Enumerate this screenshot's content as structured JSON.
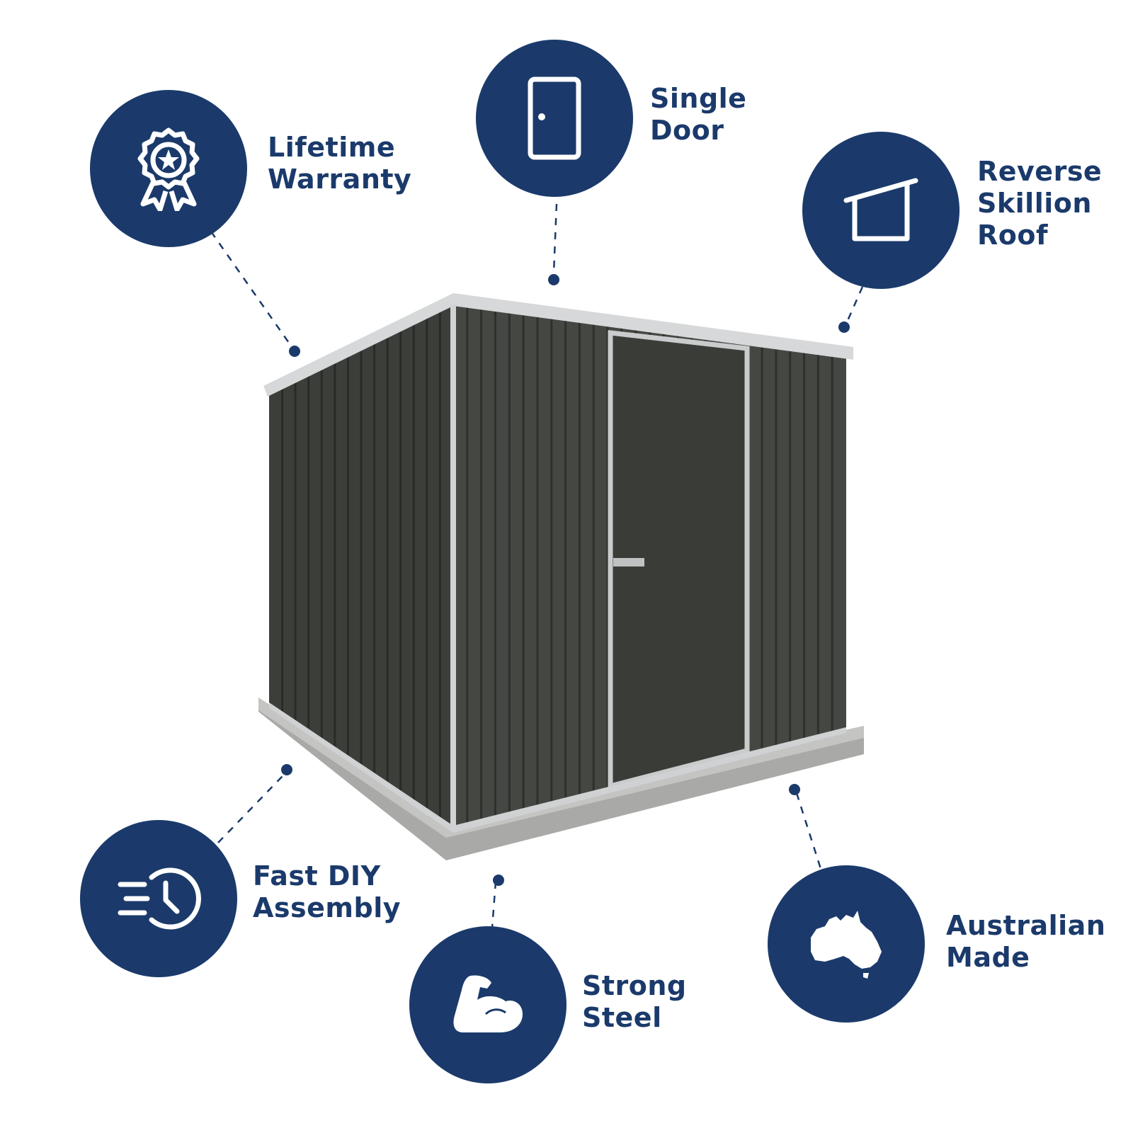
{
  "colors": {
    "badge": "#1b3a6b",
    "text": "#1b3a6b",
    "shed_dark": "#3d3f3b",
    "shed_light": "#5a5c57",
    "trim": "#d8dadb",
    "slab": "#b5b5b3"
  },
  "features": [
    {
      "key": "warranty",
      "icon": "award-ribbon-star-icon",
      "line1": "Lifetime",
      "line2": "Warranty",
      "line3": ""
    },
    {
      "key": "door",
      "icon": "door-icon",
      "line1": "Single",
      "line2": "Door",
      "line3": ""
    },
    {
      "key": "roof",
      "icon": "skillion-roof-icon",
      "line1": "Reverse",
      "line2": "Skillion",
      "line3": "Roof"
    },
    {
      "key": "assembly",
      "icon": "fast-clock-icon",
      "line1": "Fast DIY",
      "line2": "Assembly",
      "line3": ""
    },
    {
      "key": "steel",
      "icon": "flexed-arm-icon",
      "line1": "Strong",
      "line2": "Steel",
      "line3": ""
    },
    {
      "key": "made",
      "icon": "australia-map-icon",
      "line1": "Australian",
      "line2": "Made",
      "line3": ""
    }
  ]
}
